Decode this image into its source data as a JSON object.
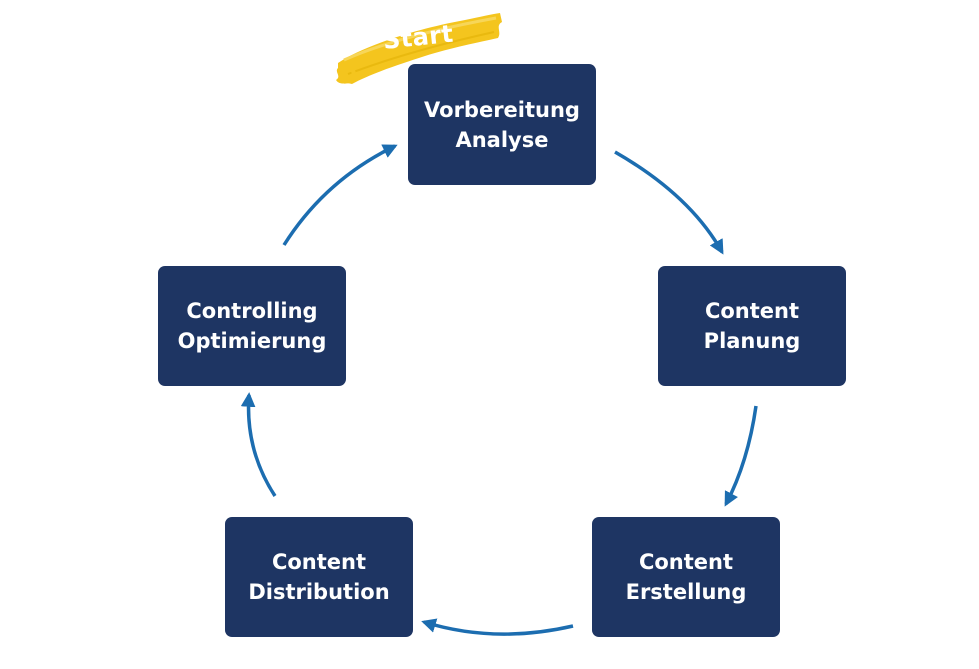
{
  "start_label": "Start",
  "colors": {
    "box_fill": "#1e3563",
    "box_text": "#ffffff",
    "arrow": "#1c6db0",
    "start_brush": "#f4c51e"
  },
  "steps": [
    {
      "line1": "Vorbereitung",
      "line2": "Analyse"
    },
    {
      "line1": "Content",
      "line2": "Planung"
    },
    {
      "line1": "Content",
      "line2": "Erstellung"
    },
    {
      "line1": "Content",
      "line2": "Distribution"
    },
    {
      "line1": "Controlling",
      "line2": "Optimierung"
    }
  ]
}
